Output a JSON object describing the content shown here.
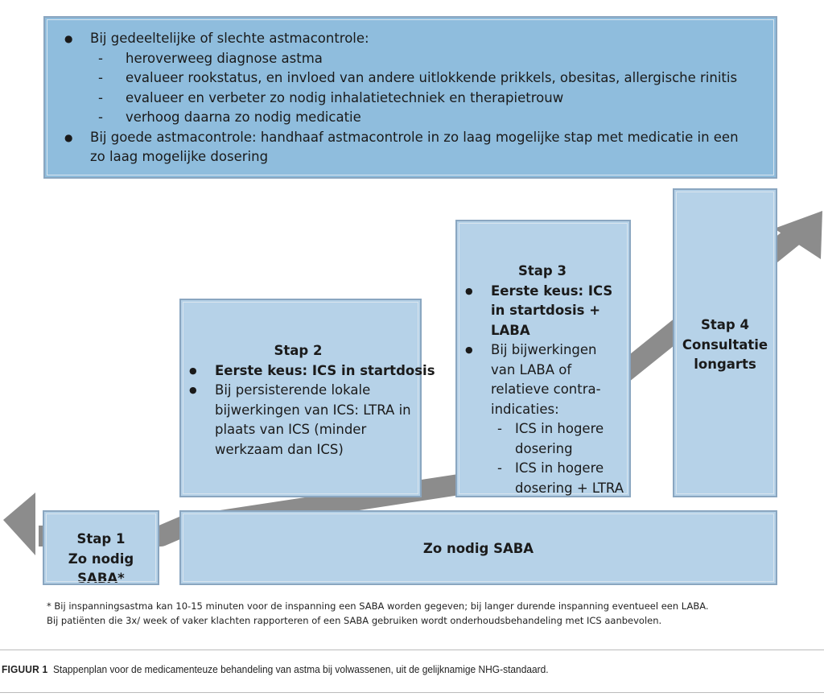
{
  "top_box": {
    "bullet1": "Bij gedeeltelijke of slechte astmacontrole:",
    "sub_items": [
      "heroverweeg diagnose astma",
      "evalueer rookstatus, en invloed van andere uitlokkende prikkels, obesitas, allergische rinitis",
      "evalueer en verbeter zo nodig inhalatietechniek en therapietrouw",
      "verhoog daarna zo nodig medicatie"
    ],
    "bullet2": "Bij goede astmacontrole: handhaaf astmacontrole in zo laag mogelijke stap met medicatie in een zo laag mogelijke dosering"
  },
  "step1": {
    "line1": "Stap 1",
    "line2": "Zo nodig SABA*"
  },
  "step2": {
    "title": "Stap 2",
    "bullet1": "Eerste keus: ICS in startdosis",
    "bullet2": "Bij persisterende lokale bijwerkingen van ICS: LTRA in plaats van ICS (minder werkzaam dan ICS)"
  },
  "step3": {
    "title": "Stap 3",
    "bullet1": "Eerste keus: ICS in startdosis + LABA",
    "bullet2": "Bij bijwerkingen van LABA of relatieve contra-indicaties:",
    "sub1": "ICS in hogere dosering",
    "sub2": "ICS in hogere dosering + LTRA"
  },
  "step4": {
    "line1": "Stap 4",
    "line2": "Consultatie",
    "line3": "longarts"
  },
  "base_box": "Zo nodig SABA",
  "footnote1": "* Bij inspanningsastma kan 10-15 minuten voor de inspanning een SABA worden gegeven; bij langer durende inspanning eventueel een LABA.",
  "footnote2": "Bij patiënten die 3x/ week of vaker klachten rapporteren of een SABA gebruiken wordt onderhoudsbehandeling met ICS aanbevolen.",
  "caption": {
    "label": "FIGUUR 1",
    "text": "Stappenplan voor de medicamenteuze behandeling van astma bij volwassenen, uit de gelijknamige NHG-standaard."
  },
  "colors": {
    "top_box": "#8fbddd",
    "step_box": "#b6d2e8",
    "arrow": "#8c8c8c"
  }
}
